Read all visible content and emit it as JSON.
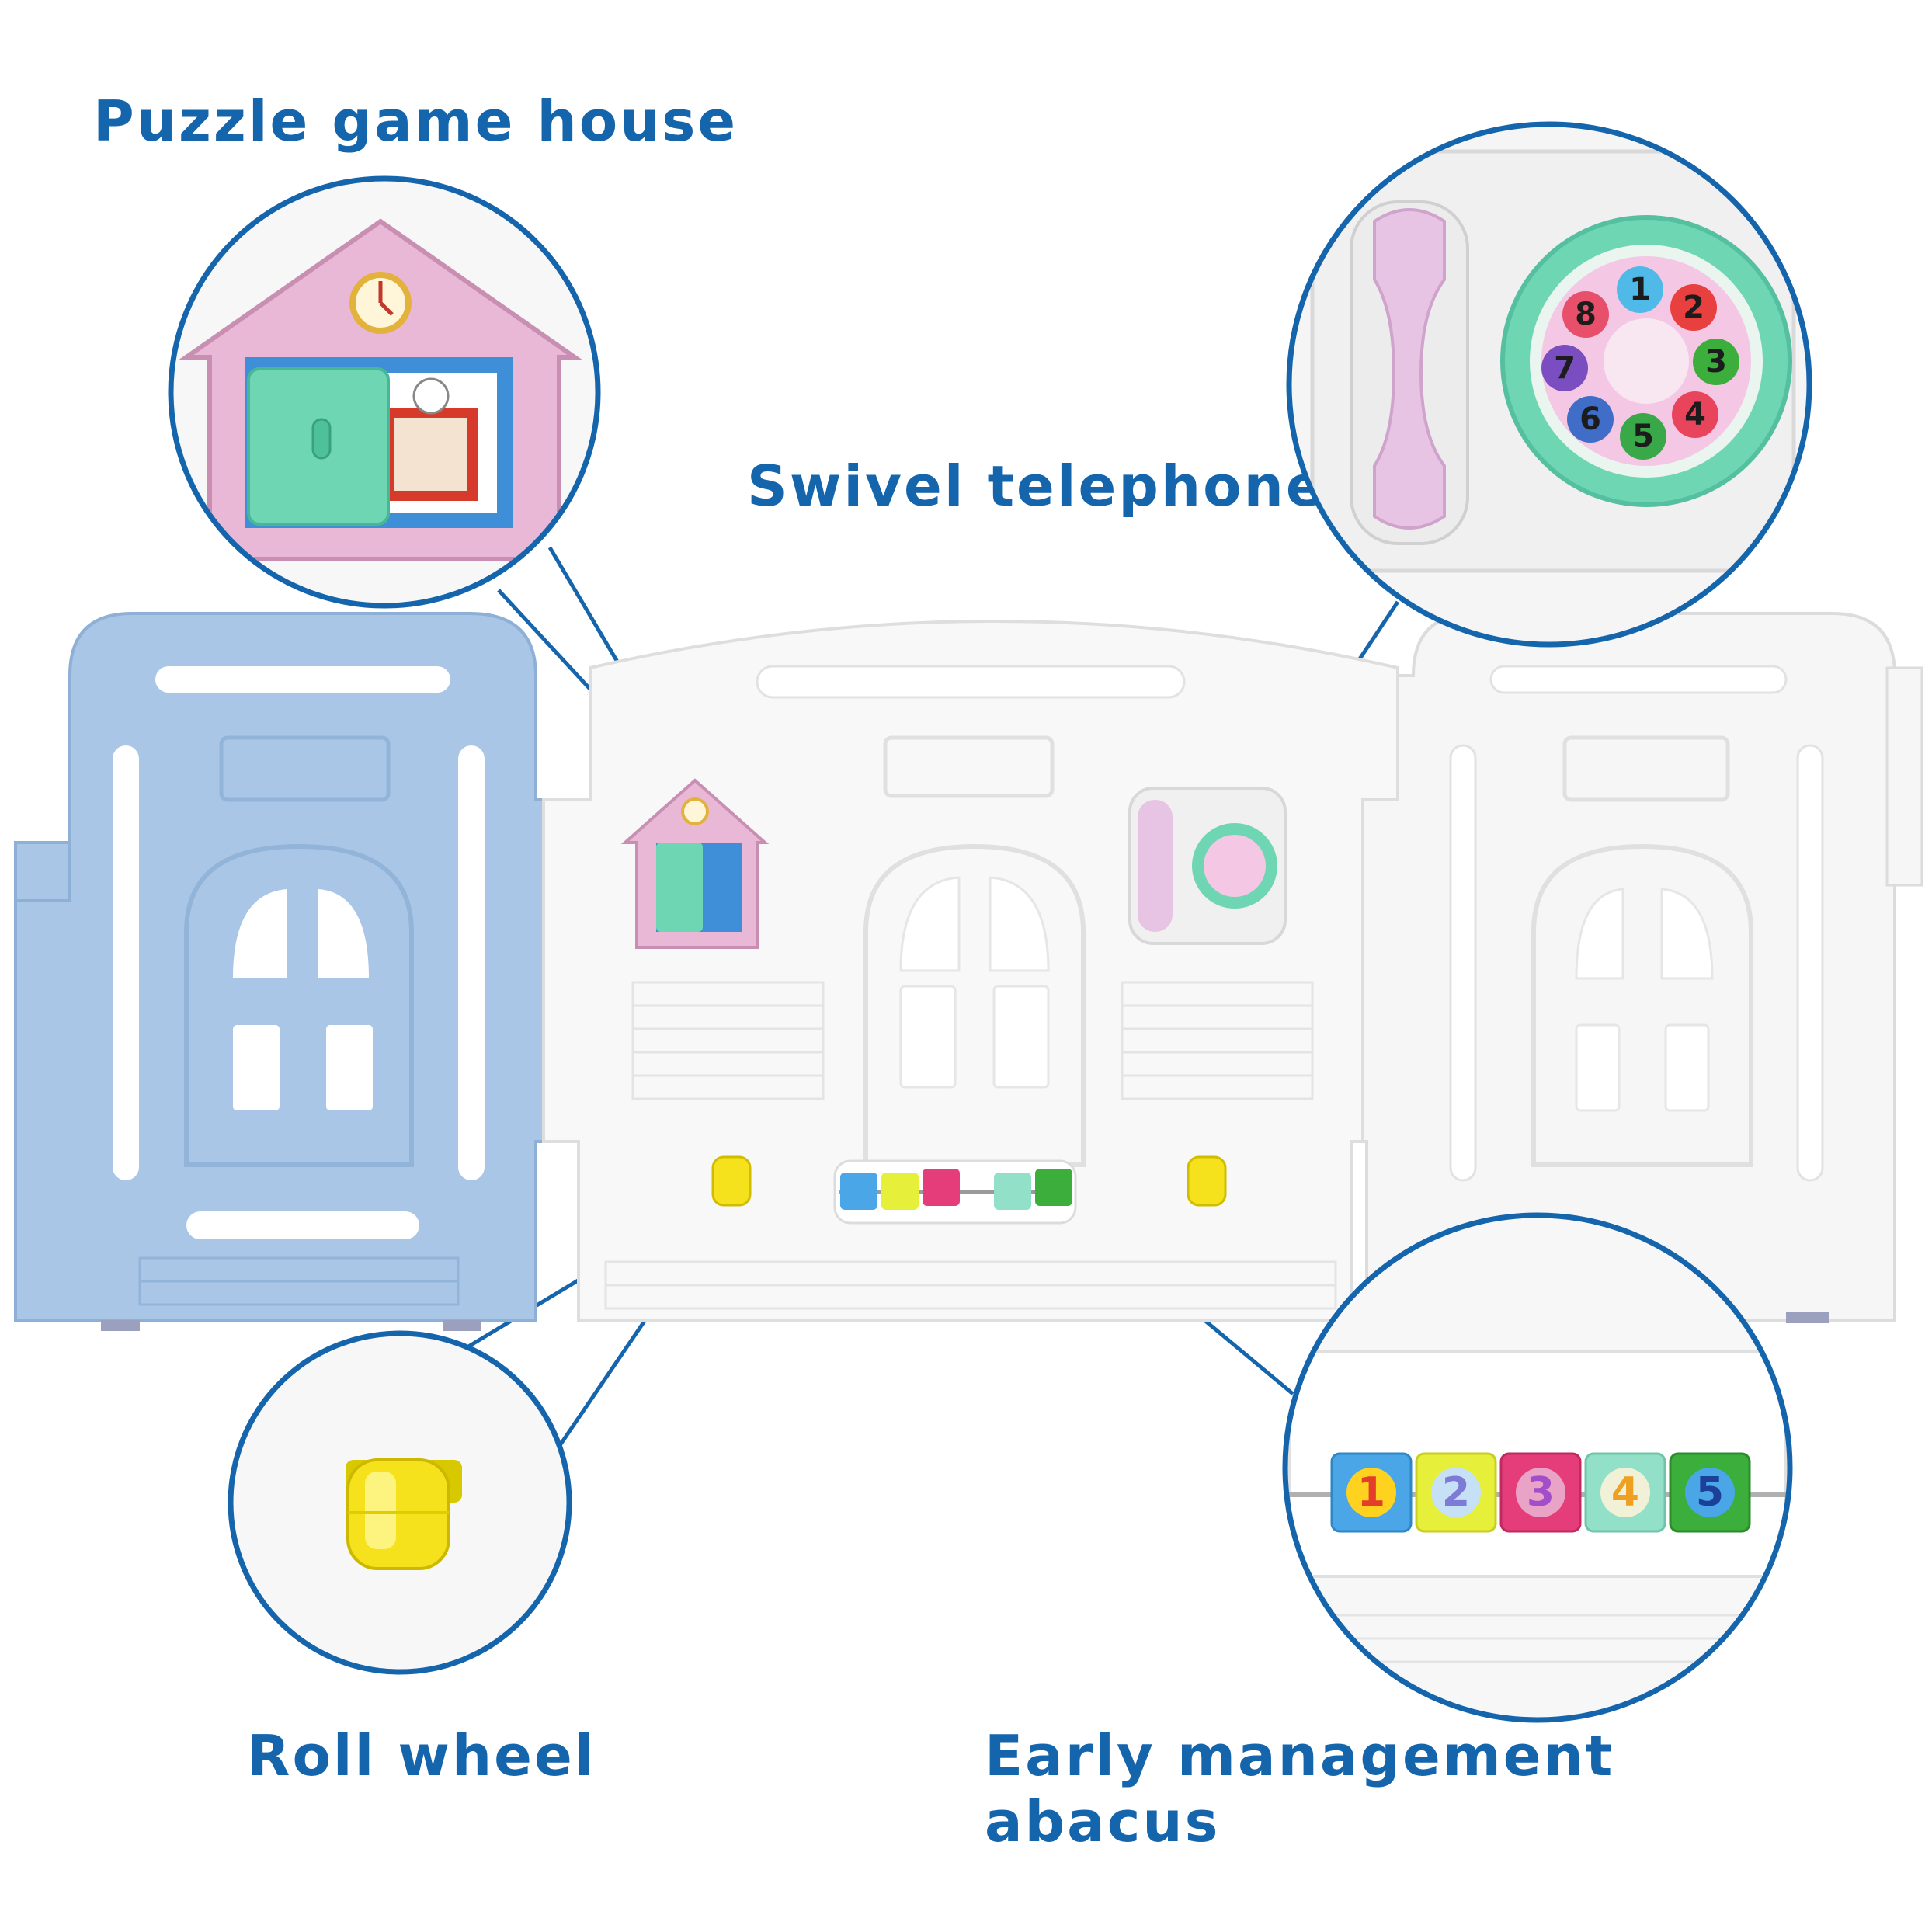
{
  "labels": {
    "puzzle": "Puzzle game house",
    "telephone": "Swivel telephone",
    "roll": "Roll wheel",
    "abacus_line1": "Early management",
    "abacus_line2": "abacus"
  },
  "dial_numbers": [
    "1",
    "2",
    "3",
    "4",
    "5",
    "6",
    "7",
    "8"
  ],
  "abacus_beads": [
    "1",
    "2",
    "3",
    "4",
    "5"
  ],
  "colors": {
    "accent": "#1565ad",
    "panel_blue": "#a9c6e6",
    "panel_white": "#f6f6f6",
    "pink": "#e8b4d4",
    "mint": "#6fd6b3",
    "yellow": "#f5e21c"
  }
}
